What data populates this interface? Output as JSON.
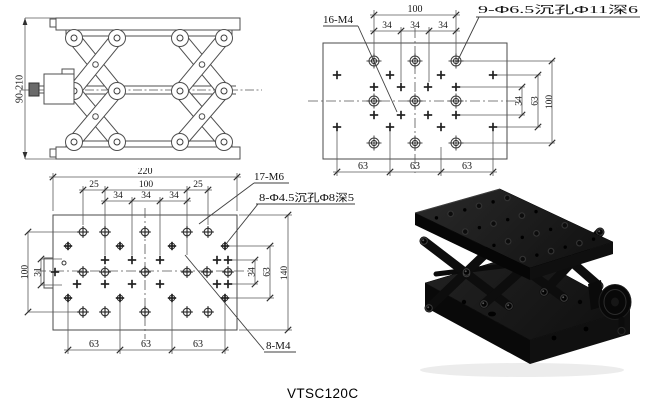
{
  "model": "VTSC120C",
  "side_view": {
    "height_range": "90-210"
  },
  "top_view": {
    "labels": {
      "tapped": "16-M4",
      "counterbore": "9-Φ6.5沉孔Φ11深6"
    },
    "dims": {
      "top_overall": "100",
      "top_spacing": [
        "34",
        "34",
        "34"
      ],
      "right": [
        "34",
        "63",
        "100"
      ],
      "bottom": [
        "63",
        "63",
        "63"
      ]
    }
  },
  "base_view": {
    "labels": {
      "tapped_m6": "17-M6",
      "counterbore": "8-Φ4.5沉孔Φ8深5",
      "tapped_m4": "8-M4"
    },
    "dims": {
      "top_overall": "220",
      "top_row": [
        "25",
        "100",
        "25"
      ],
      "top_spacing": [
        "34",
        "34",
        "34"
      ],
      "left": [
        "100",
        "31"
      ],
      "right": [
        "34",
        "63",
        "140"
      ],
      "bottom": [
        "63",
        "63",
        "63"
      ]
    }
  }
}
